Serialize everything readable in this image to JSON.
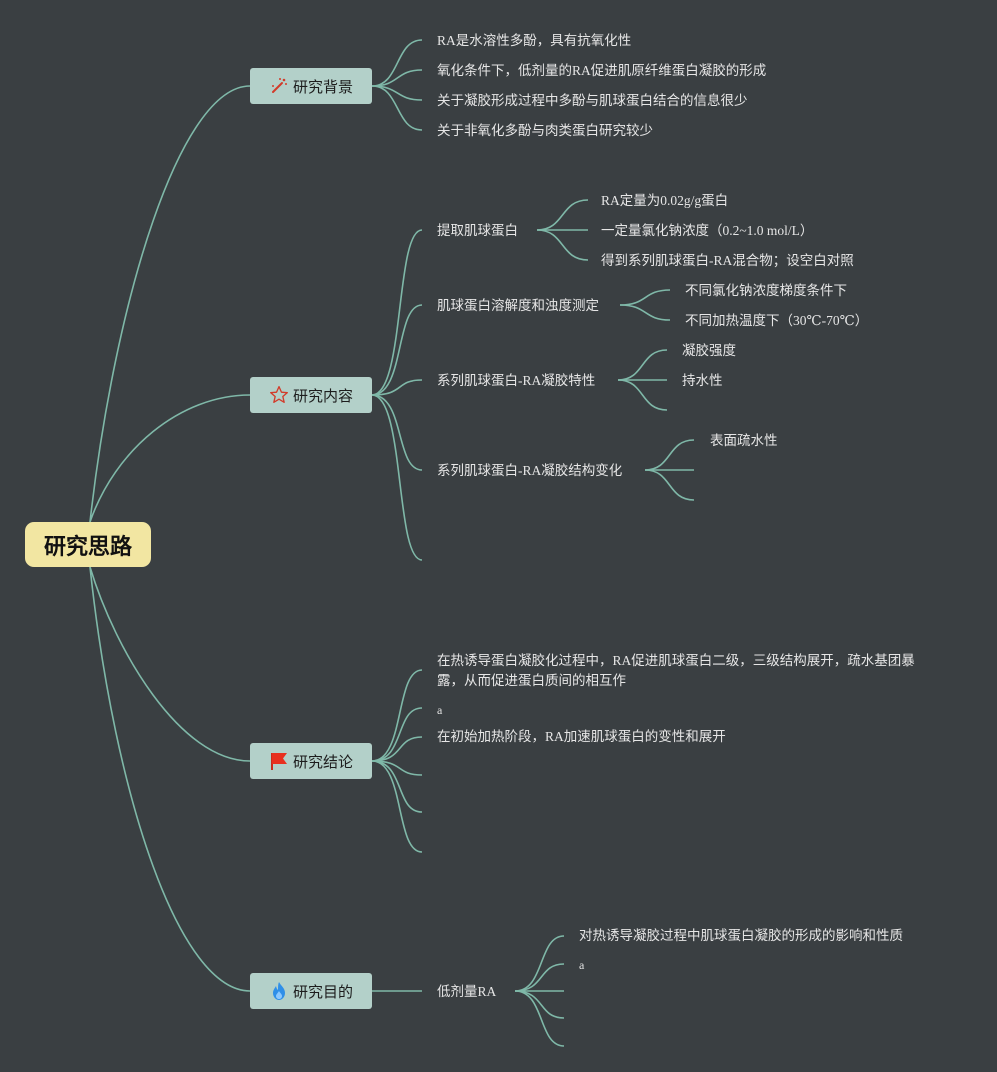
{
  "root": {
    "title": "研究思路"
  },
  "branches": [
    {
      "label": "研究背景",
      "icon": "magic-wand-icon",
      "items": [
        "RA是水溶性多酚，具有抗氧化性",
        "氧化条件下，低剂量的RA促进肌原纤维蛋白凝胶的形成",
        "关于凝胶形成过程中多酚与肌球蛋白结合的信息很少",
        "关于非氧化多酚与肉类蛋白研究较少"
      ]
    },
    {
      "label": "研究内容",
      "icon": "star-icon",
      "items": [
        {
          "label": "提取肌球蛋白",
          "children": [
            "RA定量为0.02g/g蛋白",
            "一定量氯化钠浓度（0.2~1.0 mol/L）",
            "得到系列肌球蛋白-RA混合物；设空白对照"
          ]
        },
        {
          "label": "肌球蛋白溶解度和浊度测定",
          "children": [
            "不同氯化钠浓度梯度条件下",
            "不同加热温度下（30℃-70℃）"
          ]
        },
        {
          "label": "系列肌球蛋白-RA凝胶特性",
          "children": [
            "凝胶强度",
            "持水性",
            ""
          ]
        },
        {
          "label": "系列肌球蛋白-RA凝胶结构变化",
          "children": [
            "表面疏水性",
            "",
            ""
          ]
        },
        {
          "label": ""
        }
      ]
    },
    {
      "label": "研究结论",
      "icon": "red-flag-icon",
      "items": [
        "在热诱导蛋白凝胶化过程中，RA促进肌球蛋白二级，三级结构展开，疏水基团暴露，从而促进蛋白质间的相互作",
        "a",
        "在初始加热阶段，RA加速肌球蛋白的变性和展开",
        "",
        "",
        ""
      ]
    },
    {
      "label": "研究目的",
      "icon": "fire-icon",
      "items": [
        {
          "label": "低剂量RA",
          "children": [
            "对热诱导凝胶过程中肌球蛋白凝胶的形成的影响和性质",
            "a",
            "",
            "",
            ""
          ]
        }
      ]
    }
  ],
  "colors": {
    "background": "#3a3f42",
    "line": "#7fb8a8",
    "root": "#f2e6a2",
    "branch": "#b3d0c9",
    "text": "#e6e6e6"
  }
}
